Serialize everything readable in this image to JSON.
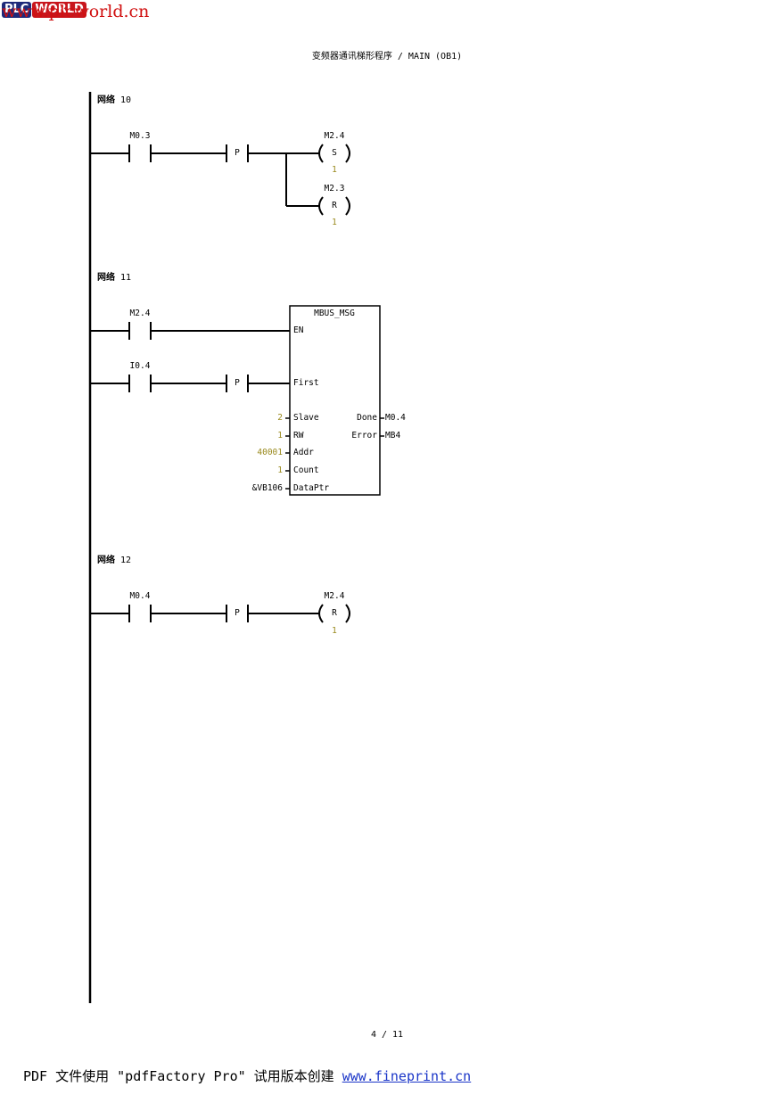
{
  "logo": {
    "plc": "PLC",
    "world": "WORLD",
    "url": "www.plcworld.cn"
  },
  "header": {
    "title": "变频器通讯梯形程序  /  MAIN (OB1)"
  },
  "networks": [
    {
      "label": "网络",
      "number": "10",
      "contacts": [
        {
          "address": "M0.3"
        },
        {
          "type": "P"
        }
      ],
      "coils": [
        {
          "address": "M2.4",
          "type": "S",
          "count": "1"
        },
        {
          "address": "M2.3",
          "type": "R",
          "count": "1"
        }
      ]
    },
    {
      "label": "网络",
      "number": "11",
      "contacts": [
        {
          "address": "M2.4"
        },
        {
          "address": "I0.4"
        },
        {
          "type": "P"
        }
      ],
      "block": {
        "name": "MBUS_MSG",
        "pins_left": [
          "EN",
          "First",
          "Slave",
          "RW",
          "Addr",
          "Count",
          "DataPtr"
        ],
        "pins_right": [
          "Done",
          "Error"
        ],
        "inputs": {
          "slave": "2",
          "rw": "1",
          "addr": "40001",
          "count": "1",
          "dataptr": "&VB106"
        },
        "outputs": {
          "done": "M0.4",
          "error": "MB4"
        }
      }
    },
    {
      "label": "网络",
      "number": "12",
      "contacts": [
        {
          "address": "M0.4"
        },
        {
          "type": "P"
        }
      ],
      "coils": [
        {
          "address": "M2.4",
          "type": "R",
          "count": "1"
        }
      ]
    }
  ],
  "page_number": "4  /  11",
  "footer": {
    "text": "PDF 文件使用 \"pdfFactory Pro\" 试用版本创建 ",
    "link": "www.fineprint.cn"
  },
  "colors": {
    "constant": "#9a8a1e",
    "link": "#1a35c8",
    "logo_red": "#c8161d",
    "logo_blue": "#1e2a7a"
  }
}
